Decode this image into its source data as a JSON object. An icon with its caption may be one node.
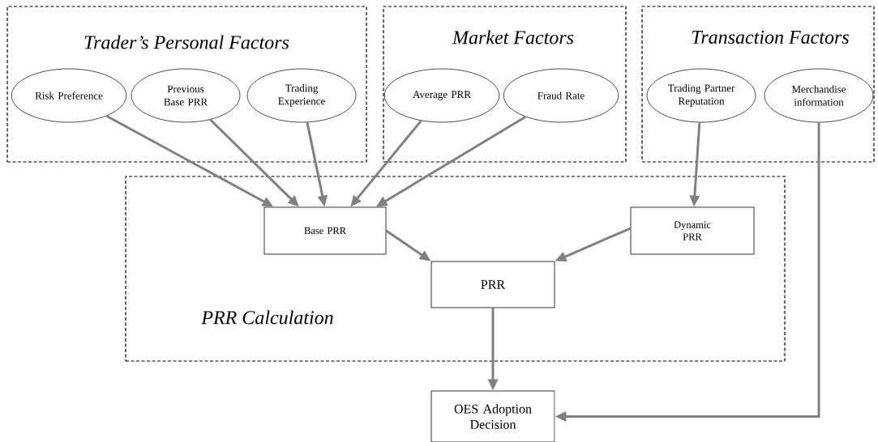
{
  "diagram": {
    "nodes": [
      {
        "text": [
          "Trader’s Personal Factors"
        ]
      },
      {
        "text": [
          "Risk Preference"
        ],
        "in": 0
      },
      {
        "text": [
          "Previous Base PRR"
        ],
        "in": 0
      },
      {
        "text": [
          "Trading Experience"
        ],
        "in": 0
      },
      {
        "text": [
          "Market Factors"
        ]
      },
      {
        "text": [
          "Average PRR"
        ],
        "in": 4
      },
      {
        "text": [
          "Fraud Rate"
        ],
        "in": 4
      },
      {
        "text": [
          "Transaction Factors"
        ]
      },
      {
        "text": [
          "Trading Partner Reputation"
        ],
        "in": 7
      },
      {
        "text": [
          "Merchandise information"
        ],
        "in": 7
      },
      {
        "text": [
          "PRR Calculation"
        ]
      },
      {
        "text": [
          "Base PRR"
        ],
        "in": 10
      },
      {
        "text": [
          "Dynamic PRR"
        ],
        "in": 10
      },
      {
        "text": [
          "PRR"
        ],
        "in": 10
      },
      {
        "text": [
          "OES Adoption Decision"
        ]
      }
    ],
    "edges": [
      {
        "from": 1,
        "to": 11,
        "arrow": "to"
      },
      {
        "from": 2,
        "to": 11,
        "arrow": "to"
      },
      {
        "from": 3,
        "to": 11,
        "arrow": "to"
      },
      {
        "from": 5,
        "to": 11,
        "arrow": "to"
      },
      {
        "from": 6,
        "to": 11,
        "arrow": "to"
      },
      {
        "from": 8,
        "to": 12,
        "arrow": "to"
      },
      {
        "from": 11,
        "to": 13,
        "arrow": "to"
      },
      {
        "from": 12,
        "to": 13,
        "arrow": "to"
      },
      {
        "from": 13,
        "to": 14,
        "arrow": "to"
      },
      {
        "from": 9,
        "to": 14,
        "arrow": "to"
      }
    ]
  }
}
